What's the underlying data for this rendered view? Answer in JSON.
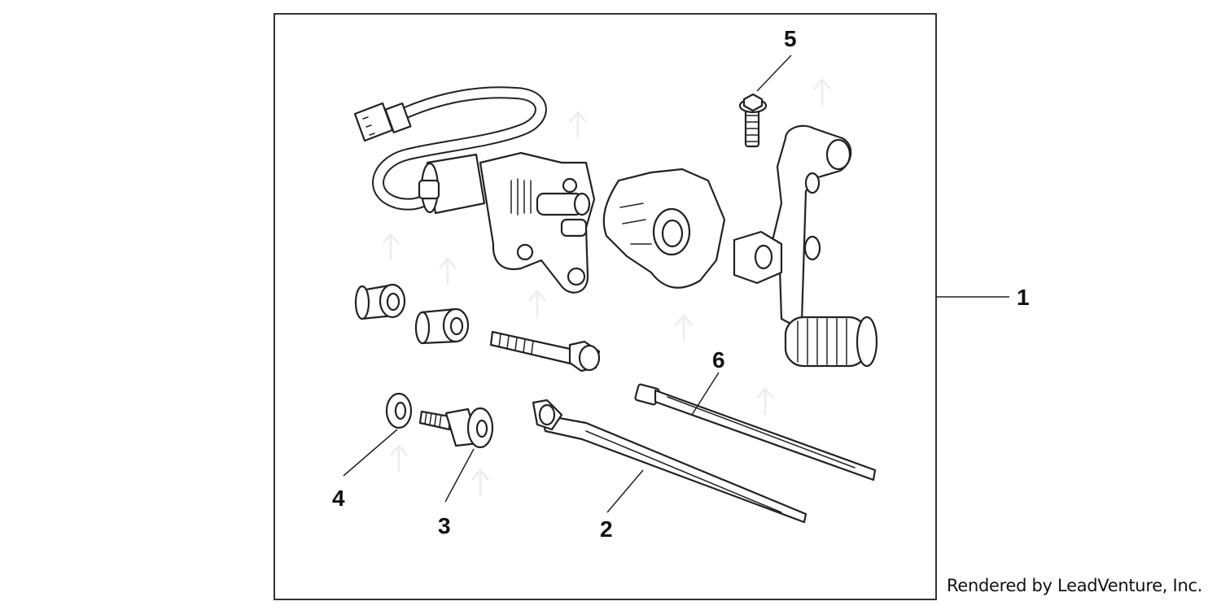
{
  "callouts": {
    "c1": "1",
    "c2": "2",
    "c3": "3",
    "c4": "4",
    "c5": "5",
    "c6": "6"
  },
  "credit": "Rendered by LeadVenture, Inc.",
  "icons": [
    "quick-shifter-sensor-icon",
    "shift-pedal-icon",
    "cable-tie-icon",
    "bolt-icon",
    "washer-icon",
    "collar-icon"
  ]
}
